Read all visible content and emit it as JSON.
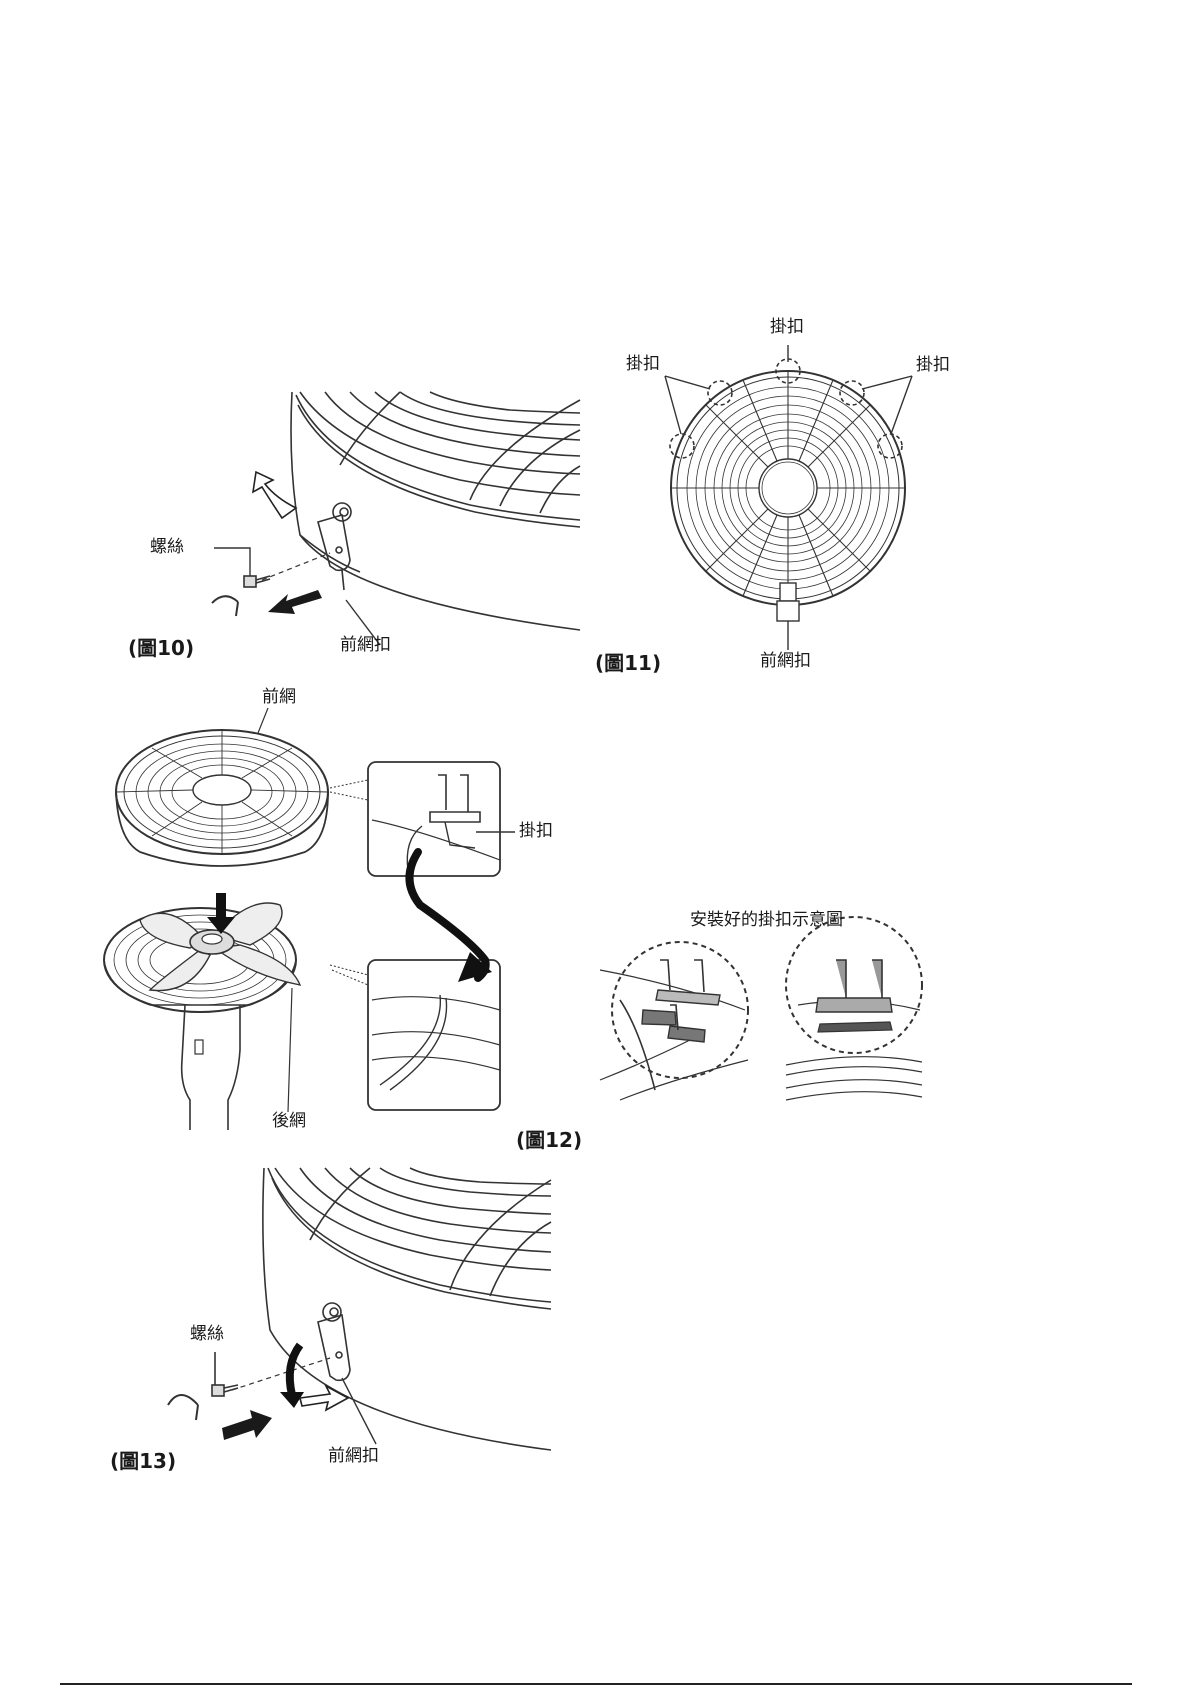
{
  "fig10": {
    "caption": "(圖10)",
    "label_screw": "螺絲",
    "label_front_clip": "前網扣"
  },
  "fig11": {
    "caption": "(圖11)",
    "label_hook_top": "掛扣",
    "label_hook_left": "掛扣",
    "label_hook_right": "掛扣",
    "label_front_clip": "前網扣"
  },
  "fig12": {
    "caption": "(圖12)",
    "label_front_guard": "前網",
    "label_hook": "掛扣",
    "label_rear_guard": "後網",
    "installed_title": "安裝好的掛扣示意圖"
  },
  "fig13": {
    "caption": "(圖13)",
    "label_screw": "螺絲",
    "label_front_clip": "前網扣"
  }
}
